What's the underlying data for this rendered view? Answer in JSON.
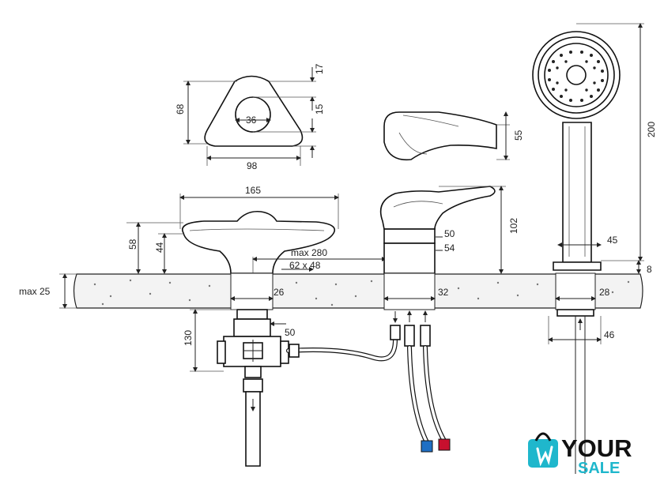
{
  "dimensions": {
    "d17": "17",
    "d68": "68",
    "d36": "36",
    "d15": "15",
    "d98": "98",
    "d55": "55",
    "d200": "200",
    "d165": "165",
    "d58": "58",
    "d44": "44",
    "d102": "102",
    "d50a": "50",
    "d54": "54",
    "dmax280": "max 280",
    "d62x48": "62 x 48",
    "d45": "45",
    "d8": "8",
    "dmax25": "max 25",
    "d26": "26",
    "d32": "32",
    "d28": "28",
    "d130": "130",
    "d50b": "50",
    "d46": "46"
  },
  "logo": {
    "word_top": "YOUR",
    "word_bottom": "SALE",
    "brand_color": "#1fb7cc"
  },
  "colors": {
    "hot_connector": "#c8102e",
    "cold_connector": "#1f6fc4"
  }
}
